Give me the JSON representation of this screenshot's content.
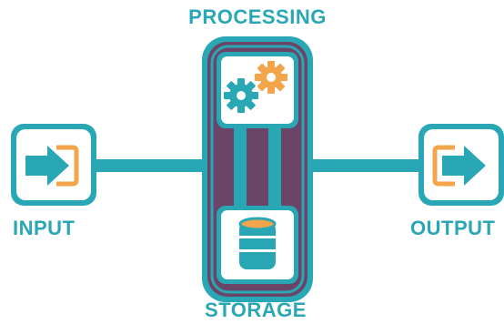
{
  "diagram": {
    "labels": {
      "processing": "PROCESSING",
      "input": "INPUT",
      "output": "OUTPUT",
      "storage": "STORAGE"
    },
    "nodes": [
      {
        "id": "input",
        "icon": "arrow-in-icon"
      },
      {
        "id": "processing",
        "icon": "gears-icon"
      },
      {
        "id": "storage",
        "icon": "database-icon"
      },
      {
        "id": "output",
        "icon": "arrow-out-icon"
      }
    ],
    "colors": {
      "teal": "#2aa7b5",
      "purple": "#6b4567",
      "orange": "#f2a54a",
      "white": "#ffffff"
    }
  }
}
